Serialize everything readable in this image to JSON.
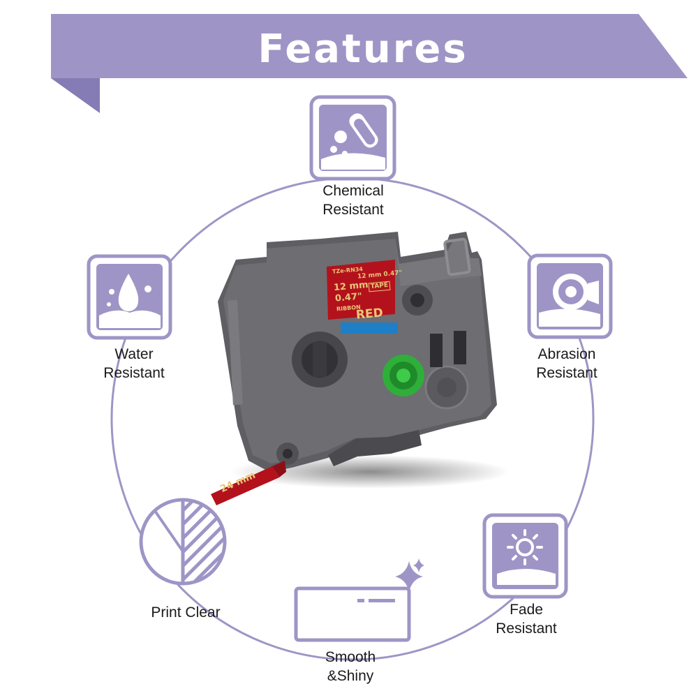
{
  "banner": {
    "title": "Features"
  },
  "features": [
    {
      "id": "chemical",
      "icon": "chemical-flask-icon",
      "lines": [
        "Chemical",
        "Resistant"
      ]
    },
    {
      "id": "water",
      "icon": "water-splash-icon",
      "lines": [
        "Water",
        "Resistant"
      ]
    },
    {
      "id": "abrasion",
      "icon": "tape-roll-icon",
      "lines": [
        "Abrasion",
        "Resistant"
      ]
    },
    {
      "id": "print",
      "icon": "half-hatched-circle-icon",
      "lines": [
        "Print Clear"
      ]
    },
    {
      "id": "smooth",
      "icon": "sparkle-label-icon",
      "lines": [
        "Smooth",
        "&Shiny"
      ]
    },
    {
      "id": "fade",
      "icon": "sun-fade-icon",
      "lines": [
        "Fade",
        "Resistant"
      ]
    }
  ],
  "product": {
    "label_code": "TZe-RN34",
    "label_size_mm": "12 mm",
    "label_size_in": "0.47\"",
    "label_small": "12 mm  0.47\"",
    "label_tape": "TAPE",
    "label_ribbon": "RIBBON",
    "label_color": "RED",
    "tape_width": "24 mm"
  },
  "colors": {
    "accent": "#9e95c6",
    "accent_dark": "#857bb5",
    "cartridge": "#5d5d62",
    "ribbon_red": "#b3121c",
    "gold_text": "#e9c779",
    "reel_green": "#2fae3a"
  }
}
